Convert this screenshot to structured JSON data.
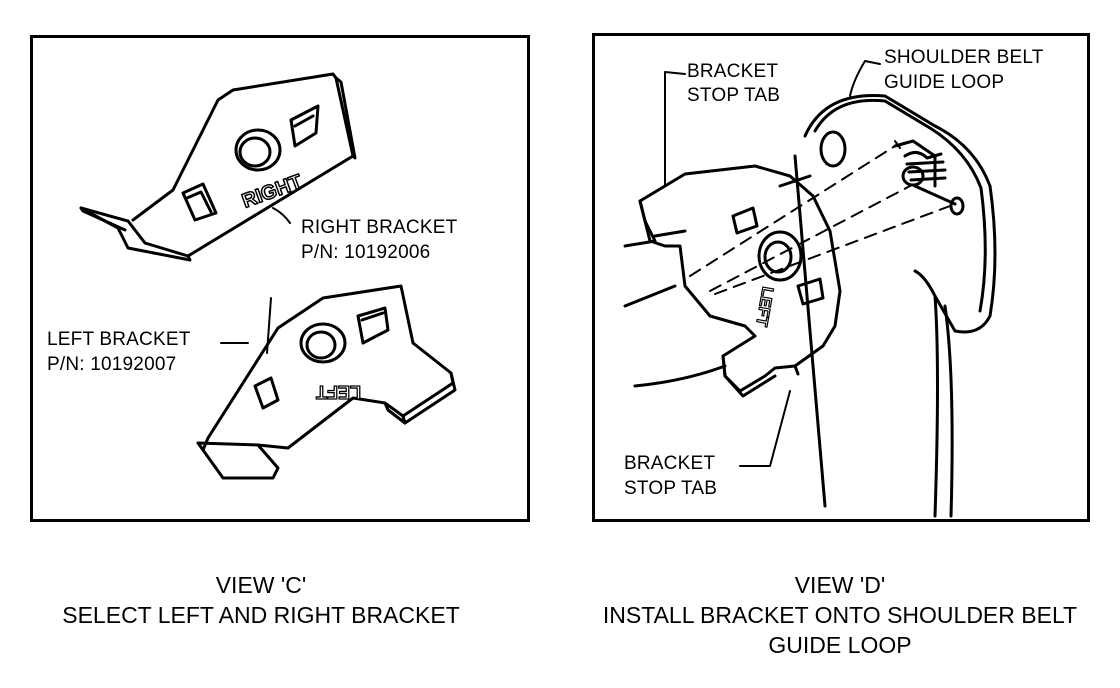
{
  "view_c": {
    "title": "VIEW 'C'",
    "subtitle": "SELECT LEFT AND RIGHT BRACKET",
    "right_bracket": {
      "name": "RIGHT BRACKET",
      "part_number": "P/N: 10192006",
      "stamp": "RIGHT"
    },
    "left_bracket": {
      "name": "LEFT BRACKET",
      "part_number": "P/N: 10192007",
      "stamp": "LEFT"
    }
  },
  "view_d": {
    "title": "VIEW 'D'",
    "subtitle_line1": "INSTALL BRACKET ONTO SHOULDER BELT",
    "subtitle_line2": "GUIDE LOOP",
    "label_top_tab_line1": "BRACKET",
    "label_top_tab_line2": "STOP TAB",
    "label_loop_line1": "SHOULDER BELT",
    "label_loop_line2": "GUIDE LOOP",
    "label_bottom_tab_line1": "BRACKET",
    "label_bottom_tab_line2": "STOP TAB",
    "stamp": "LEFT"
  }
}
